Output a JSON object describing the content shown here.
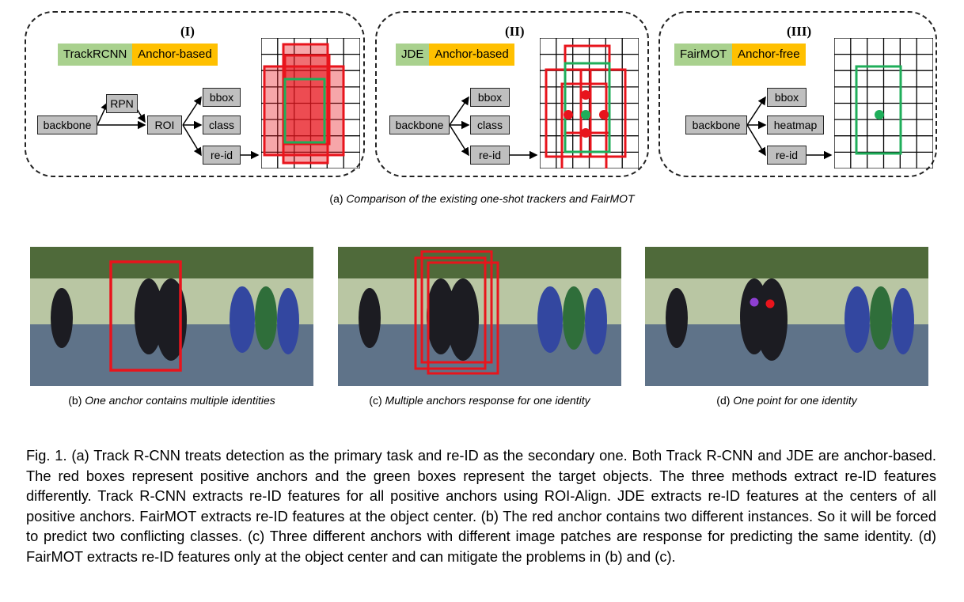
{
  "panels": [
    {
      "roman": "(I)",
      "method": "TrackRCNN",
      "type": "Anchor-based",
      "nodes": {
        "backbone": "backbone",
        "rpn": "RPN",
        "roi": "ROI",
        "bbox": "bbox",
        "class": "class",
        "reid": "re-id"
      }
    },
    {
      "roman": "(II)",
      "method": "JDE",
      "type": "Anchor-based",
      "nodes": {
        "backbone": "backbone",
        "bbox": "bbox",
        "class": "class",
        "reid": "re-id"
      }
    },
    {
      "roman": "(III)",
      "method": "FairMOT",
      "type": "Anchor-free",
      "nodes": {
        "backbone": "backbone",
        "bbox": "bbox",
        "heatmap": "heatmap",
        "reid": "re-id"
      }
    }
  ],
  "caption_a": {
    "prefix": "(a) ",
    "text": "Comparison of the existing one-shot trackers and FairMOT"
  },
  "caption_b": {
    "prefix": "(b) ",
    "text": "One anchor contains multiple identities"
  },
  "caption_c": {
    "prefix": "(c) ",
    "text": "Multiple anchors response for one identity"
  },
  "caption_d": {
    "prefix": "(d) ",
    "text": "One point for one identity"
  },
  "figure_caption": "Fig. 1.  (a) Track R-CNN treats detection as the primary task and re-ID as the secondary one. Both Track R-CNN and JDE are anchor-based. The red boxes represent positive anchors and the green boxes represent the target objects. The three methods extract re-ID features differently. Track R-CNN extracts re-ID features for all positive anchors using ROI-Align. JDE extracts re-ID features at the centers of all positive anchors. FairMOT extracts re-ID features at the object center. (b) The red anchor contains two different instances. So it will be forced to predict two conflicting classes. (c) Three different anchors with different image patches are response for predicting the same identity. (d) FairMOT extracts re-ID features only at the object center and can mitigate the problems in (b) and (c).",
  "colors": {
    "green_tag": "#a9d18e",
    "orange_tag": "#ffc000",
    "anchor_red": "#e8141c",
    "target_green": "#1fae5a",
    "node_gray": "#bfbfbf"
  }
}
